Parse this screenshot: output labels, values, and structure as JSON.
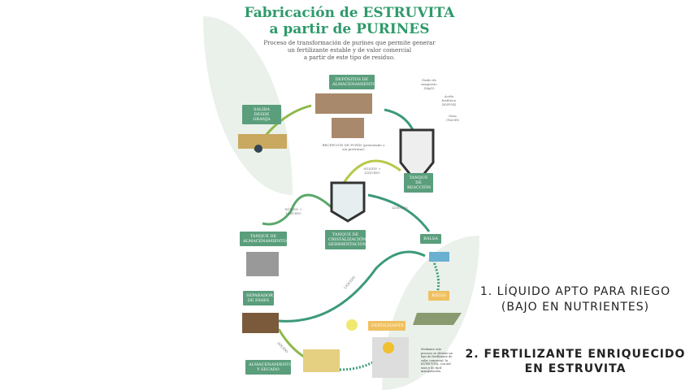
{
  "infographic": {
    "title_line1": "Fabricación de ESTRUVITA",
    "title_line2": "a partir de PURINES",
    "subtitle_line1": "Proceso de transformación de purines que permite generar",
    "subtitle_line2": "un fertilizante estable y de valor comercial",
    "subtitle_line3": "a partir de este tipo de residuo.",
    "labels": {
      "depositos": "DEPÓSITOS DE ALMACENAMIENTO",
      "salida": "SALIDA DESDE GRANJA",
      "recepcion": "RECEPCIÓN DE PURÍN (pretratado o sin pretratar)",
      "oxido": "Óxido de magnesio (MgO)",
      "acido": "Ácido fosfórico (H3PO4)",
      "sosa": "Sosa (NaOH)",
      "reaccion": "TANQUE DE REACCIÓN",
      "solido_liquido": "SÓLIDO + LÍQUIDO",
      "liquido": "LÍQUIDO",
      "solido": "SÓLIDO",
      "almacenamiento": "TANQUE DE ALMACENAMIENTO",
      "cristalizacion": "TANQUE DE CRISTALIZACIÓN/ SEDIMENTACIÓN",
      "balsa": "BALSA",
      "separador": "SEPARADOR DE FASES",
      "riego": "RIEGO",
      "fertilizante": "FERTILIZANTE",
      "secado": "ALMACENAMIENTO Y SECADO",
      "nota": "Mediante este proceso se obtiene un tipo de fertilizante de valor comercial: la ESTRUVITA, con mil usos y de fácil manipulación."
    }
  },
  "captions": {
    "item1_line1": "1. LÍQUIDO APTO PARA RIEGO",
    "item1_line2": "(BAJO EN NUTRIENTES)",
    "item2_line1": "2. FERTILIZANTE ENRIQUECIDO",
    "item2_line2": "EN ESTRUVITA"
  }
}
